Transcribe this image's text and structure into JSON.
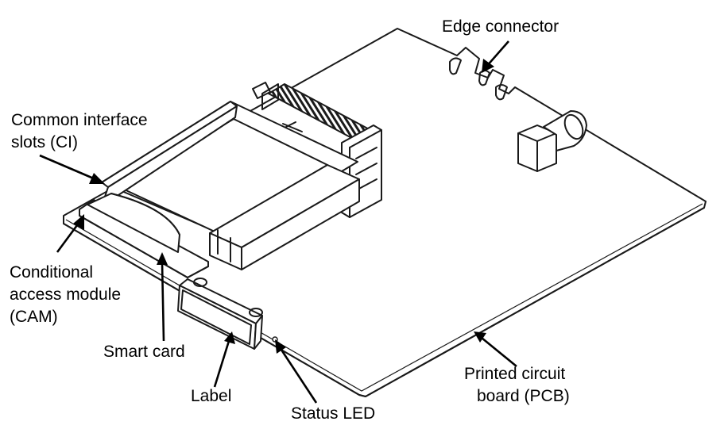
{
  "labels": {
    "edge_connector": "Edge connector",
    "ci_line1": "Common interface",
    "ci_line2": "slots (CI)",
    "cam_line1": "Conditional",
    "cam_line2": "access module",
    "cam_line3": "(CAM)",
    "smart_card": "Smart card",
    "label": "Label",
    "status_led": "Status LED",
    "pcb_line1": "Printed circuit",
    "pcb_line2": "board (PCB)"
  },
  "colors": {
    "line": "#1a1a1a",
    "fill": "#ffffff",
    "text": "#000000"
  }
}
